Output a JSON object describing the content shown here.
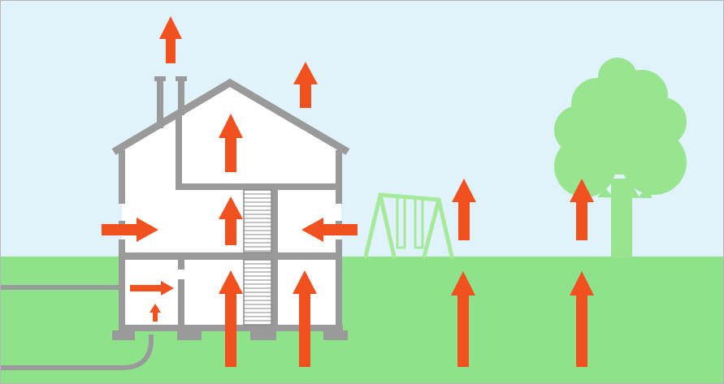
{
  "diagram": {
    "type": "house-airflow-illustration",
    "colors": {
      "sky": "#e1f3fa",
      "ground": "#8ee289",
      "house_wall": "#9a9a9a",
      "house_fill": "#ffffff",
      "arrow": "#f0511e",
      "swing": "#a6e99a",
      "tree": "#98e48f",
      "pipe": "#9a9a9a",
      "stairs": "#8a8a8a",
      "frame": "#b7b7b7"
    },
    "objects": [
      "house",
      "chimney",
      "staircase",
      "drain-pipe",
      "swing-set",
      "tree"
    ],
    "arrows": [
      {
        "name": "arrow-up-above-chimney",
        "direction": "up",
        "size": "medium"
      },
      {
        "name": "arrow-up-above-roof",
        "direction": "up",
        "size": "medium"
      },
      {
        "name": "arrow-up-attic",
        "direction": "up",
        "size": "medium"
      },
      {
        "name": "arrow-up-middle-floor",
        "direction": "up",
        "size": "medium"
      },
      {
        "name": "arrow-right-into-house",
        "direction": "right",
        "size": "medium"
      },
      {
        "name": "arrow-left-into-house",
        "direction": "left",
        "size": "medium"
      },
      {
        "name": "arrow-right-basement",
        "direction": "right",
        "size": "small"
      },
      {
        "name": "arrow-up-basement-small",
        "direction": "up",
        "size": "tiny"
      },
      {
        "name": "arrow-up-from-ground-under-stairs",
        "direction": "up",
        "size": "large"
      },
      {
        "name": "arrow-up-from-ground-right-room",
        "direction": "up",
        "size": "large"
      },
      {
        "name": "arrow-up-from-ground-yard",
        "direction": "up",
        "size": "large"
      },
      {
        "name": "arrow-up-from-ground-tree",
        "direction": "up",
        "size": "large"
      },
      {
        "name": "arrow-up-air-yard",
        "direction": "up",
        "size": "medium"
      },
      {
        "name": "arrow-up-air-tree",
        "direction": "up",
        "size": "medium"
      }
    ]
  }
}
